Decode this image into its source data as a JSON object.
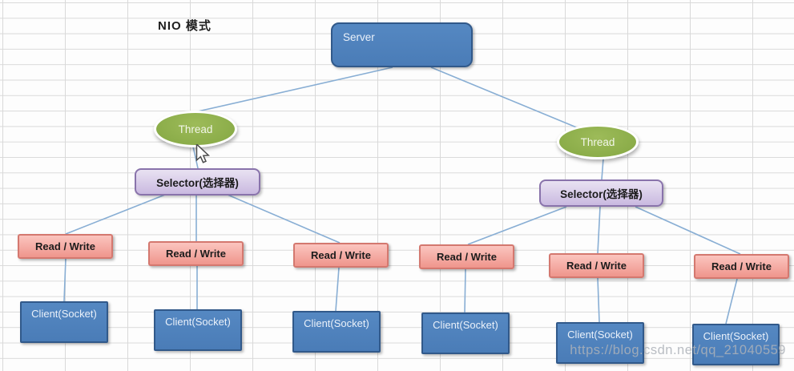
{
  "title": "NIO 模式",
  "watermark": "https://blog.csdn.net/qq_21040559",
  "colors": {
    "node_blue_fill": "#4d80bb",
    "node_blue_border": "#31598a",
    "thread_green_fill": "#8fb04c",
    "selector_fill": "#d5c9e8",
    "selector_border": "#8973ab",
    "read_write_fill": "#f5a49d",
    "read_write_border": "#d4786f",
    "connector_line": "#88aed4",
    "grid_line": "#d9d9d9"
  },
  "diagram": {
    "server": {
      "label": "Server"
    },
    "threads": [
      {
        "label": "Thread"
      },
      {
        "label": "Thread"
      }
    ],
    "selectors": [
      {
        "label": "Selector(选择器)"
      },
      {
        "label": "Selector(选择器)"
      }
    ],
    "read_write_nodes": [
      {
        "label": "Read / Write"
      },
      {
        "label": "Read / Write"
      },
      {
        "label": "Read / Write"
      },
      {
        "label": "Read / Write"
      },
      {
        "label": "Read / Write"
      },
      {
        "label": "Read / Write"
      }
    ],
    "client_nodes": [
      {
        "label": "Client(Socket)"
      },
      {
        "label": "Client(Socket)"
      },
      {
        "label": "Client(Socket)"
      },
      {
        "label": "Client(Socket)"
      },
      {
        "label": "Client(Socket)"
      },
      {
        "label": "Client(Socket)"
      }
    ]
  }
}
